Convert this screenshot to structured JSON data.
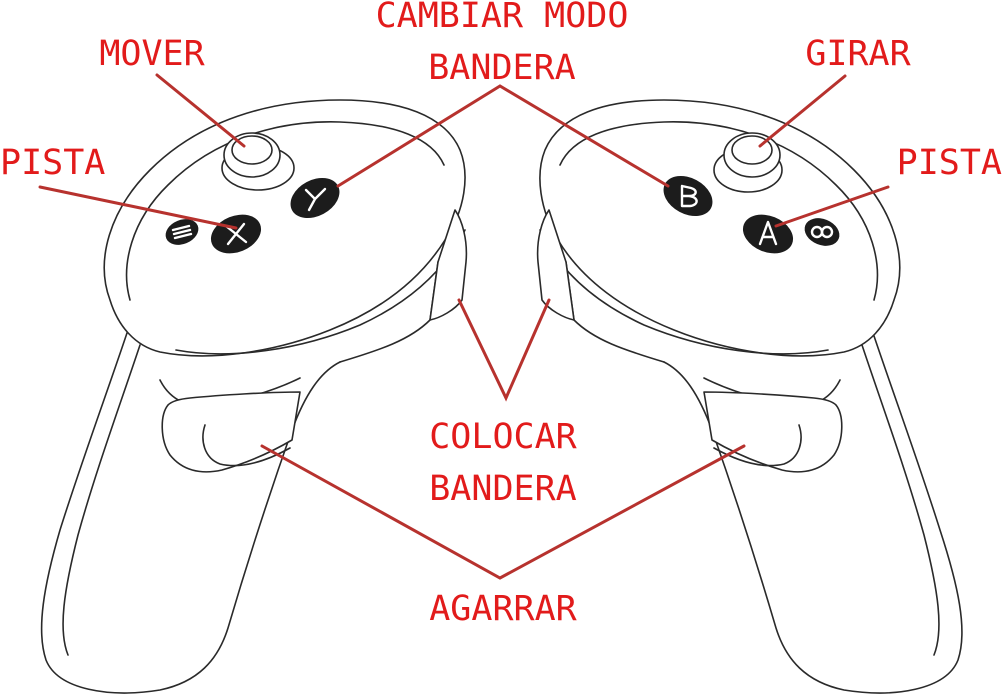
{
  "labels": {
    "cambiar_line1": "CAMBIAR MODO",
    "cambiar_line2": "BANDERA",
    "mover": "MOVER",
    "girar": "GIRAR",
    "pista_left": "PISTA",
    "pista_right": "PISTA",
    "colocar_line1": "COLOCAR",
    "colocar_line2": "BANDERA",
    "agarrar": "AGARRAR"
  },
  "buttons": {
    "x": "X",
    "y": "Y",
    "a": "A",
    "b": "B"
  },
  "icons": {
    "menu": "menu-icon",
    "oculus": "oculus-icon"
  },
  "colors": {
    "label_text": "#e21b1b",
    "leader_line": "#b7322e",
    "outline": "#2a2a2a",
    "button": "#1c1c1c"
  }
}
